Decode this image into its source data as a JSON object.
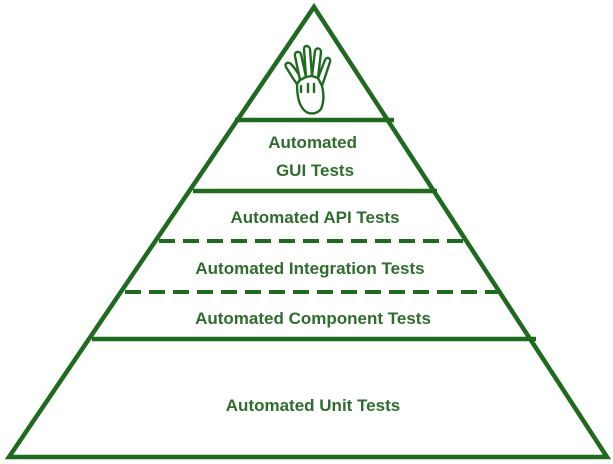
{
  "diagram": {
    "colors": {
      "stroke": "#1e6a1e",
      "text": "#2e6d2e",
      "hand_fill": "#ffffff"
    },
    "top_icon": "hand-icon",
    "layers": [
      {
        "lines": [
          "Automated",
          "GUI Tests"
        ]
      },
      {
        "lines": [
          "Automated API Tests"
        ]
      },
      {
        "lines": [
          "Automated Integration Tests"
        ]
      },
      {
        "lines": [
          "Automated Component Tests"
        ]
      },
      {
        "lines": [
          "Automated Unit Tests"
        ]
      }
    ]
  }
}
